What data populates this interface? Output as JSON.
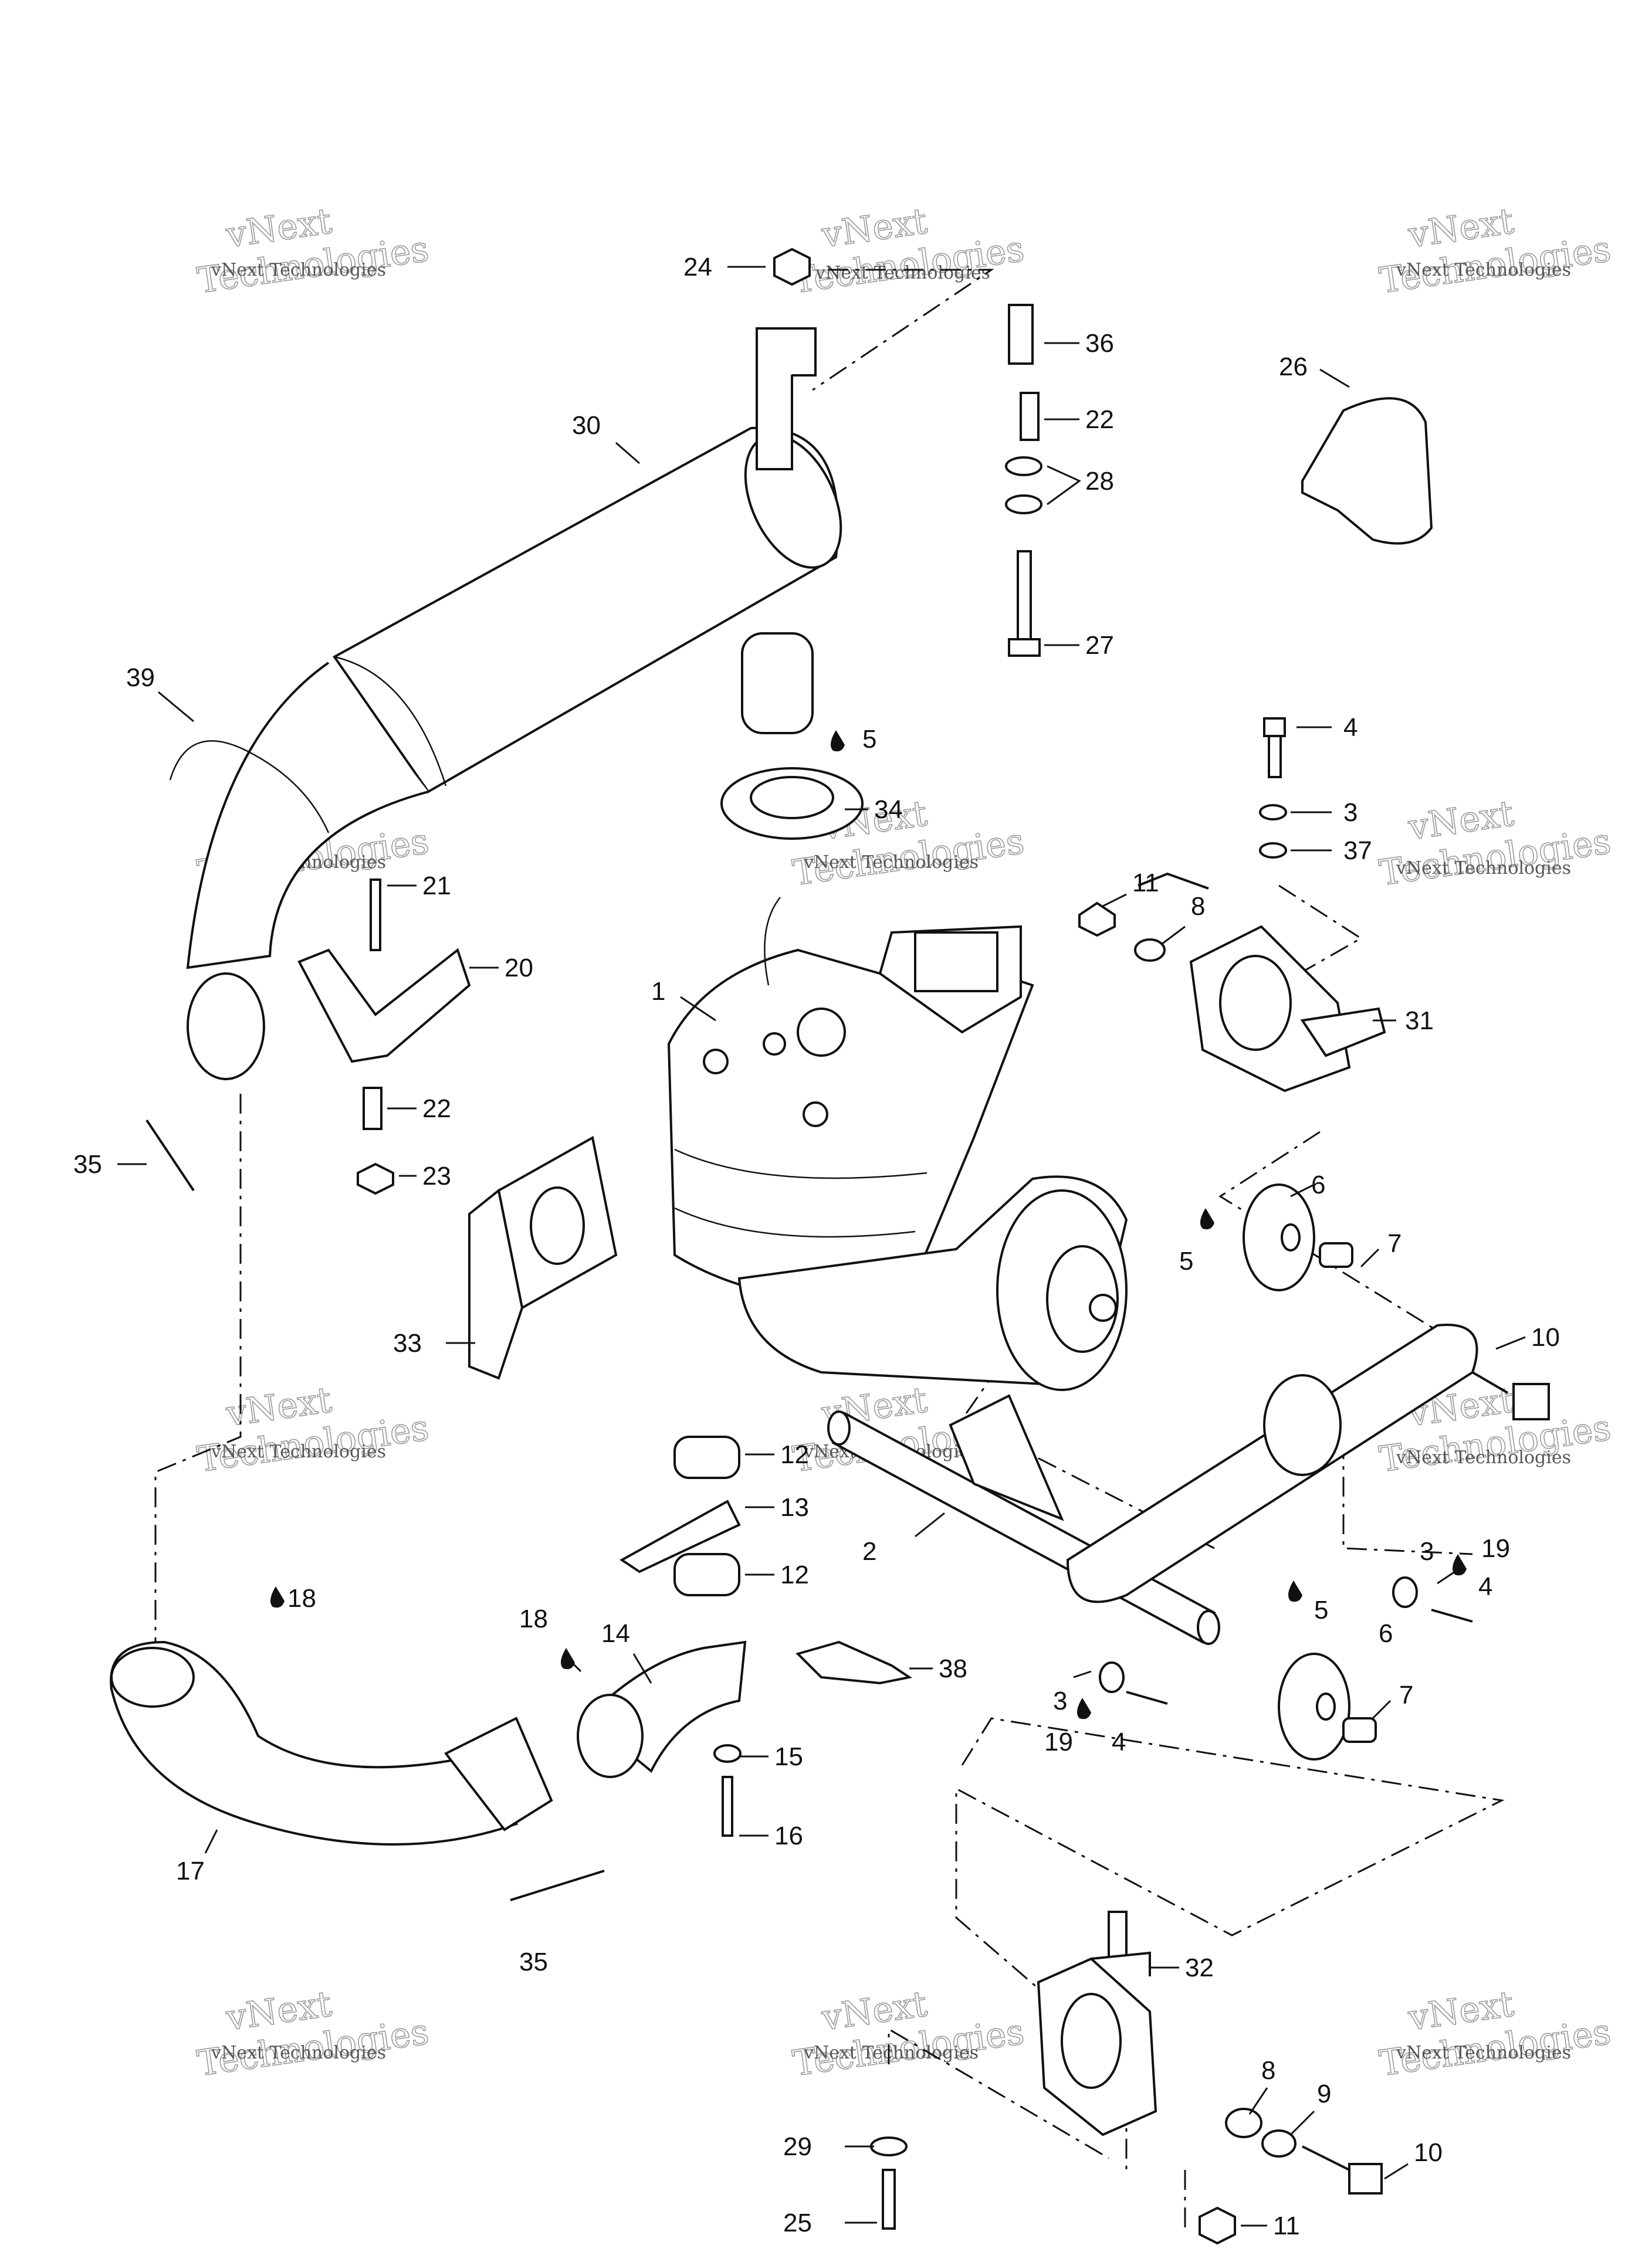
{
  "watermark": {
    "line1": "vNext",
    "line2": "Technologies",
    "small": "vNext Technologies"
  },
  "callouts": [
    {
      "id": "c24",
      "text": "24"
    },
    {
      "id": "c36",
      "text": "36"
    },
    {
      "id": "c22a",
      "text": "22"
    },
    {
      "id": "c28",
      "text": "28"
    },
    {
      "id": "c27",
      "text": "27"
    },
    {
      "id": "c26",
      "text": "26"
    },
    {
      "id": "c30",
      "text": "30"
    },
    {
      "id": "c39",
      "text": "39"
    },
    {
      "id": "c5a",
      "text": "5"
    },
    {
      "id": "c34",
      "text": "34"
    },
    {
      "id": "c4a",
      "text": "4"
    },
    {
      "id": "c3a",
      "text": "3"
    },
    {
      "id": "c37",
      "text": "37"
    },
    {
      "id": "c21",
      "text": "21"
    },
    {
      "id": "c11a",
      "text": "11"
    },
    {
      "id": "c8a",
      "text": "8"
    },
    {
      "id": "c20",
      "text": "20"
    },
    {
      "id": "c1",
      "text": "1"
    },
    {
      "id": "c31",
      "text": "31"
    },
    {
      "id": "c22b",
      "text": "22"
    },
    {
      "id": "c35a",
      "text": "35"
    },
    {
      "id": "c23",
      "text": "23"
    },
    {
      "id": "c6a",
      "text": "6"
    },
    {
      "id": "c5b",
      "text": "5"
    },
    {
      "id": "c7a",
      "text": "7"
    },
    {
      "id": "c33",
      "text": "33"
    },
    {
      "id": "c10a",
      "text": "10"
    },
    {
      "id": "c12a",
      "text": "12"
    },
    {
      "id": "c13",
      "text": "13"
    },
    {
      "id": "c2",
      "text": "2"
    },
    {
      "id": "c3b",
      "text": "3"
    },
    {
      "id": "c19a",
      "text": "19"
    },
    {
      "id": "c4b",
      "text": "4"
    },
    {
      "id": "c12b",
      "text": "12"
    },
    {
      "id": "c18a",
      "text": "18"
    },
    {
      "id": "c18b",
      "text": "18"
    },
    {
      "id": "c14",
      "text": "14"
    },
    {
      "id": "c5c",
      "text": "5"
    },
    {
      "id": "c6b",
      "text": "6"
    },
    {
      "id": "c38",
      "text": "38"
    },
    {
      "id": "c3c",
      "text": "3"
    },
    {
      "id": "c7b",
      "text": "7"
    },
    {
      "id": "c19b",
      "text": "19"
    },
    {
      "id": "c4c",
      "text": "4"
    },
    {
      "id": "c15",
      "text": "15"
    },
    {
      "id": "c17",
      "text": "17"
    },
    {
      "id": "c16",
      "text": "16"
    },
    {
      "id": "c35b",
      "text": "35"
    },
    {
      "id": "c32",
      "text": "32"
    },
    {
      "id": "c8b",
      "text": "8"
    },
    {
      "id": "c9",
      "text": "9"
    },
    {
      "id": "c29",
      "text": "29"
    },
    {
      "id": "c10b",
      "text": "10"
    },
    {
      "id": "c25",
      "text": "25"
    },
    {
      "id": "c11b",
      "text": "11"
    }
  ]
}
